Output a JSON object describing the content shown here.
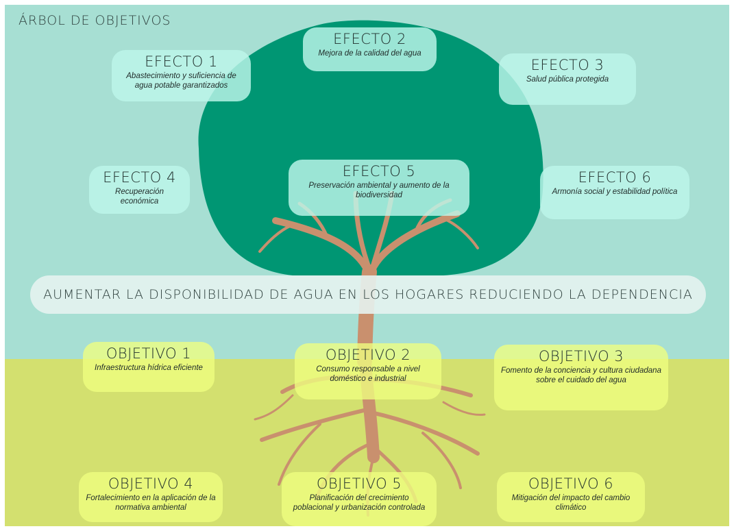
{
  "title": "ÁRBOL DE OBJETIVOS",
  "central_goal": "AUMENTAR LA DISPONIBILIDAD DE AGUA EN LOS HOGARES REDUCIENDO LA DEPENDENCIA",
  "effects": [
    {
      "heading": "EFECTO 1",
      "text": "Abastecimiento y suficiencia de agua potable garantizados"
    },
    {
      "heading": "EFECTO 2",
      "text": "Mejora de la calidad del agua"
    },
    {
      "heading": "EFECTO 3",
      "text": "Salud pública protegida"
    },
    {
      "heading": "EFECTO 4",
      "text": "Recuperación económica"
    },
    {
      "heading": "EFECTO 5",
      "text": "Preservación ambiental y aumento de la biodiversidad"
    },
    {
      "heading": "EFECTO 6",
      "text": "Armonía social y estabilidad política"
    }
  ],
  "objectives": [
    {
      "heading": "OBJETIVO 1",
      "text": "Infraestructura hídrica eficiente"
    },
    {
      "heading": "OBJETIVO 2",
      "text": "Consumo responsable a nivel doméstico e industrial"
    },
    {
      "heading": "OBJETIVO 3",
      "text": "Fomento de la conciencia y cultura ciudadana sobre el cuidado del agua"
    },
    {
      "heading": "OBJETIVO 4",
      "text": "Fortalecimiento en la aplicación de la normativa ambiental"
    },
    {
      "heading": "OBJETIVO 5",
      "text": "Planificación del crecimiento poblacional y urbanización controlada"
    },
    {
      "heading": "OBJETIVO 6",
      "text": "Mitigación del impacto del cambio climático"
    }
  ],
  "colors": {
    "sky": "#a7dfd3",
    "ground": "#d3e06f",
    "canopy": "#009673",
    "trunk": "#c9906e",
    "effect_box": "#bdf6ea",
    "objective_box": "#f0ff80"
  }
}
